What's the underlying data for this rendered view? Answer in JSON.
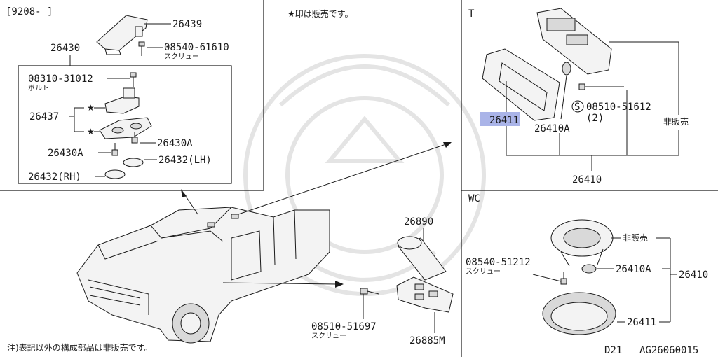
{
  "header": {
    "date_code": "[9208-     ]",
    "star_note": "★印は販売です。"
  },
  "left_panel": {
    "labels": {
      "bracket": "26439",
      "screw_top": "08540-61610",
      "screw_top_jp": "スクリュー",
      "lamp_assembly": "26430",
      "bolt": "08310-31012",
      "bolt_jp": "ボルト",
      "housing": "26437",
      "socket_a_right": "26430A",
      "socket_a_left": "26430A",
      "lens_lh": "26432(LH)",
      "lens_rh": "26432(RH)"
    },
    "star_marks": [
      "★",
      "★"
    ]
  },
  "right_top_panel": {
    "variant": "T",
    "labels": {
      "lens_highlighted": "26411",
      "socket": "26410A",
      "screw": "08510-51612",
      "screw_qty": "(2)",
      "not_sold": "非販売",
      "assembly": "26410"
    },
    "highlight_color": "#aab4e8"
  },
  "right_bottom_panel": {
    "variant": "WC",
    "labels": {
      "not_sold": "非販売",
      "screw": "08540-51212",
      "screw_jp": "スクリュー",
      "socket": "26410A",
      "assembly": "26410",
      "lens": "26411"
    }
  },
  "bottom_center": {
    "labels": {
      "cover": "26890",
      "screw": "08510-51697",
      "screw_jp": "スクリュー",
      "lamp": "26885M"
    }
  },
  "footer": {
    "note": "注)表記以外の構成部品は非販売です。",
    "model": "D21",
    "diagram_id": "AG26060015"
  }
}
